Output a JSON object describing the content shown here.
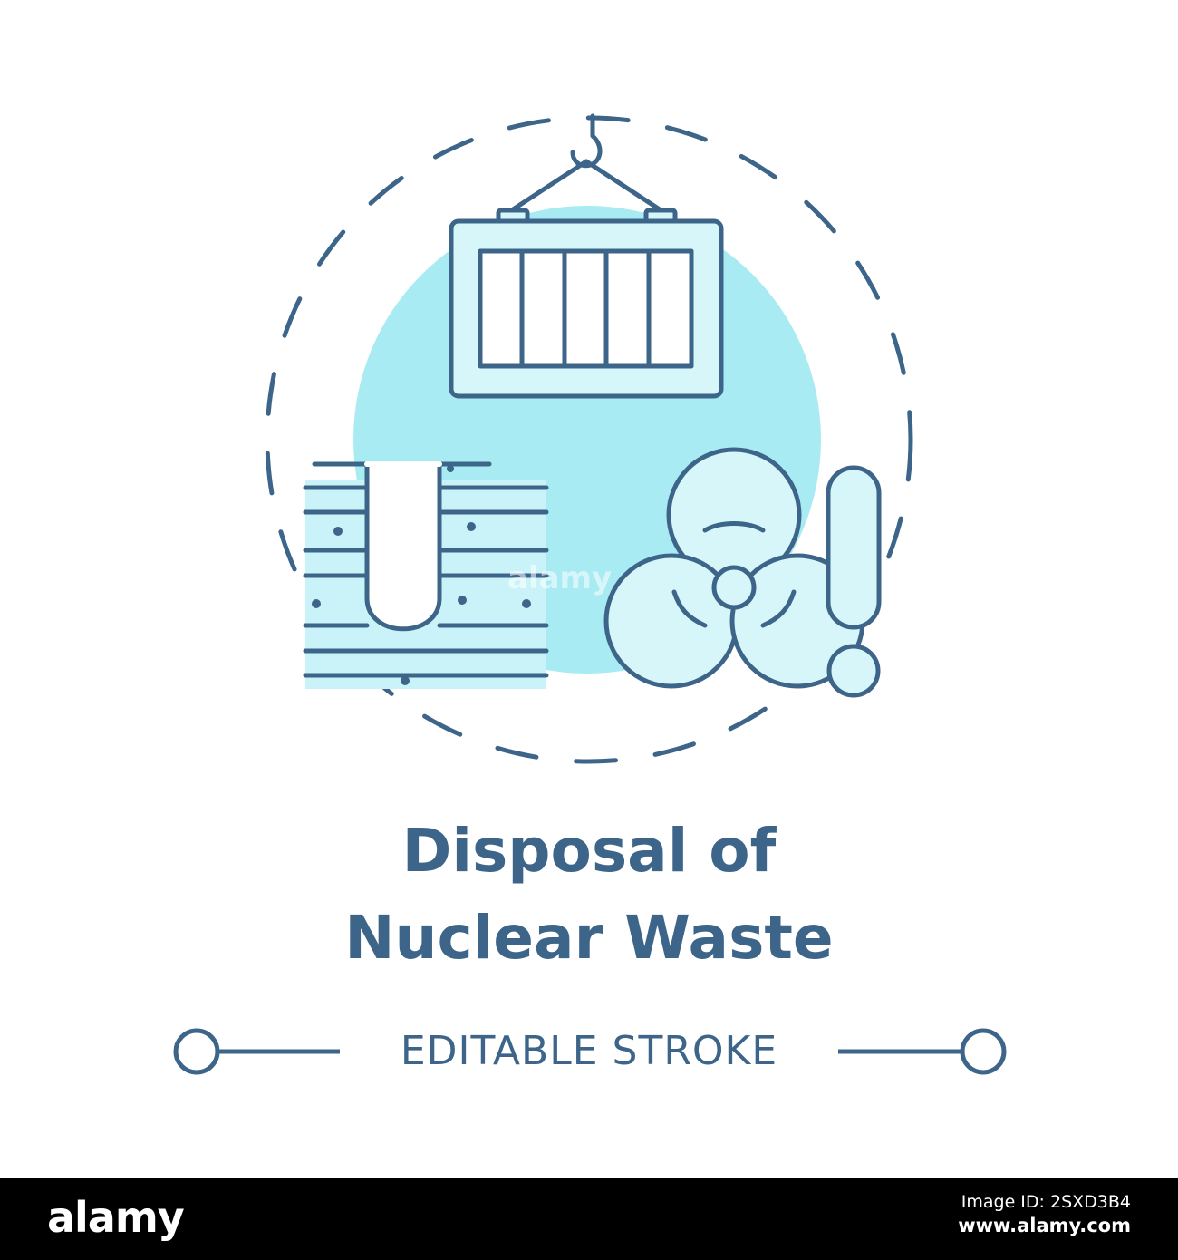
{
  "title": {
    "line1": "Disposal of",
    "line2": "Nuclear Waste"
  },
  "subtitle": "EDITABLE STROKE",
  "watermark": "alamy",
  "footer": {
    "logo": "alamy",
    "image_id": "Image ID: 2SXD3B4",
    "url": "www.alamy.com"
  },
  "colors": {
    "stroke": "#3d6589",
    "fill_light": "#a9ebf2",
    "fill_pale": "#d7f6fa",
    "footer_bg": "#000000"
  },
  "icons": [
    "crane-hook-icon",
    "shipping-container-icon",
    "underground-capsule-icon",
    "radiation-hazard-icon",
    "exclamation-icon"
  ]
}
